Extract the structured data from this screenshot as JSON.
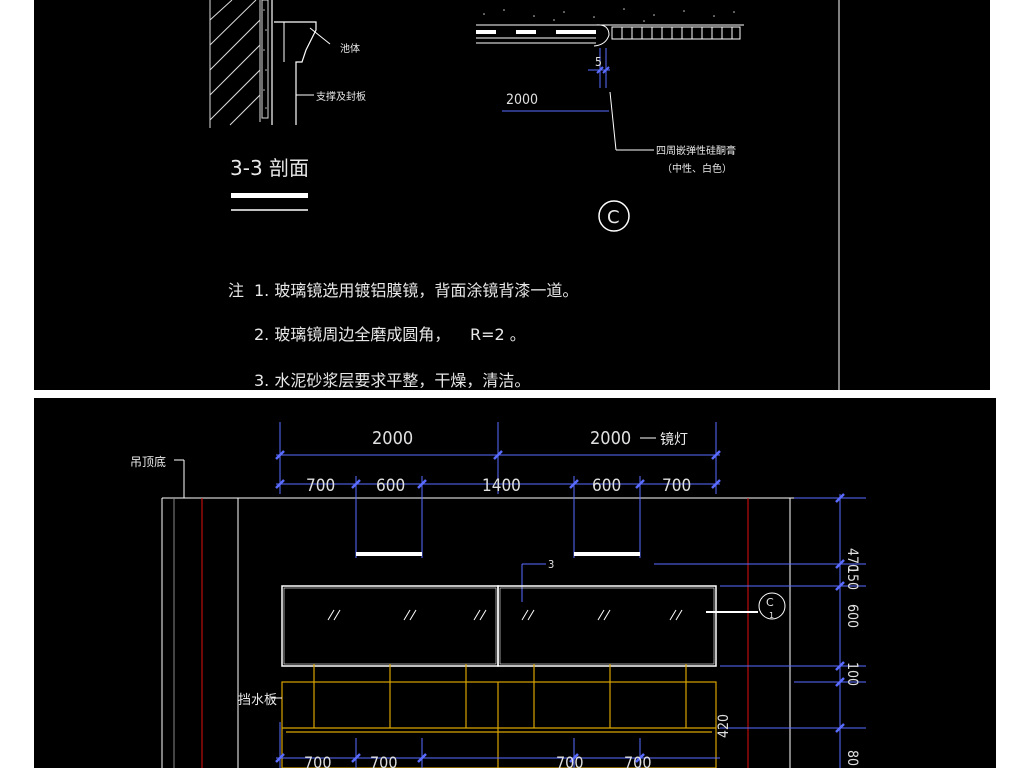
{
  "top_drawing": {
    "labels": {
      "pool": "池体",
      "support": "支撑及封板",
      "section_title": "3-3 剖面",
      "dim_5": "5",
      "dim_2000": "2000",
      "sealant_line1": "四周嵌弹性硅酮膏",
      "sealant_line2": "（中性、白色）",
      "circle_c": "C"
    },
    "notes": {
      "prefix": "注",
      "n1": "1. 玻璃镜选用镀铝膜镜，背面涂镜背漆一道。",
      "n2": "2. 玻璃镜周边全磨成圆角，",
      "n2_r": "R=2 。",
      "n3": "3. 水泥砂浆层要求平整，干燥，清洁。"
    }
  },
  "bottom_drawing": {
    "labels": {
      "ceiling": "吊顶底",
      "mirror_light": "镜灯",
      "splash_board": "挡水板",
      "callout_3": "3",
      "circle_c": "C",
      "circle_sub": "1"
    },
    "top_dims": {
      "overall": [
        "2000",
        "2000"
      ],
      "segments": [
        "700",
        "600",
        "1400",
        "600",
        "700"
      ]
    },
    "bottom_dims": [
      "700",
      "700",
      "700",
      "700"
    ],
    "right_dims": [
      "470",
      "150",
      "600",
      "100",
      "420",
      "80"
    ]
  },
  "colors": {
    "background": "#000000",
    "line": "#ffffff",
    "dimension": "#5a6cff",
    "cabinet": "#d9a400",
    "red_center": "#e01010",
    "text": "#e8e8e8"
  }
}
